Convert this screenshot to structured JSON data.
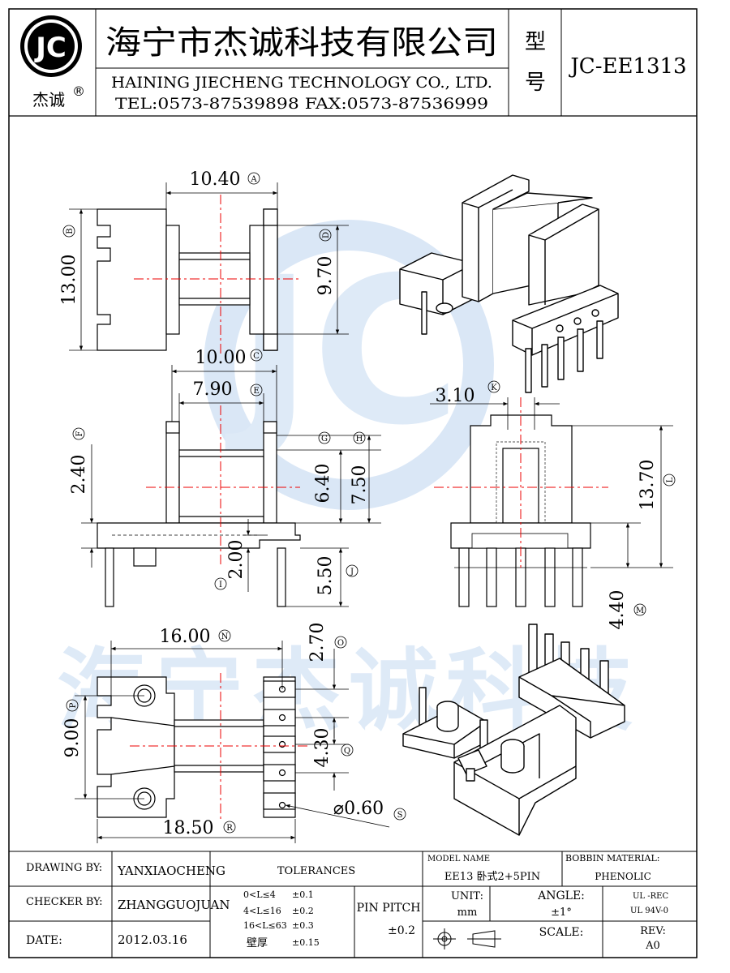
{
  "header": {
    "logo_text": "JC",
    "logo_caption": "杰诚",
    "registered_mark": "®",
    "company_cn": "海宁市杰诚科技有限公司",
    "company_en": "HAINING JIECHENG TECHNOLOGY CO., LTD.",
    "contact": "TEL:0573-87539898   FAX:0573-87536999",
    "model_label_1": "型",
    "model_label_2": "号",
    "model_number": "JC-EE1313"
  },
  "watermark": {
    "logo": "JC",
    "company": "海宁杰诚科技"
  },
  "dimensions": {
    "A": {
      "value": "10.40",
      "mark": "A"
    },
    "B": {
      "value": "13.00",
      "mark": "B"
    },
    "D": {
      "value": "9.70",
      "mark": "D"
    },
    "C": {
      "value": "10.00",
      "mark": "C"
    },
    "E": {
      "value": "7.90",
      "mark": "E"
    },
    "F": {
      "value": "2.40",
      "mark": "F"
    },
    "G": {
      "value": "6.40",
      "mark": "G"
    },
    "H": {
      "value": "7.50",
      "mark": "H"
    },
    "I": {
      "value": "2.00",
      "mark": "I"
    },
    "J": {
      "value": "5.50",
      "mark": "J"
    },
    "K": {
      "value": "3.10",
      "mark": "K"
    },
    "L": {
      "value": "13.70",
      "mark": "L"
    },
    "M": {
      "value": "4.40",
      "mark": "M"
    },
    "N": {
      "value": "16.00",
      "mark": "N"
    },
    "O": {
      "value": "2.70",
      "mark": "O"
    },
    "P": {
      "value": "9.00",
      "mark": "P"
    },
    "Q": {
      "value": "4.30",
      "mark": "Q"
    },
    "R": {
      "value": "18.50",
      "mark": "R"
    },
    "S": {
      "value": "⌀0.60",
      "mark": "S"
    }
  },
  "title_block": {
    "drawing_by_label": "DRAWING  BY:",
    "drawing_by": "YANXIAOCHENG",
    "checker_by_label": "CHECKER  BY:",
    "checker_by": "ZHANGGUOJUAN",
    "date_label": "DATE:",
    "date": "2012.03.16",
    "tolerances_label": "TOLERANCES",
    "tol_rows": [
      {
        "range": "0<L≤4",
        "tol": "±0.1"
      },
      {
        "range": "4<L≤16",
        "tol": "±0.2"
      },
      {
        "range": "16<L≤63",
        "tol": "±0.3"
      },
      {
        "range": "壁厚",
        "tol": "±0.15"
      }
    ],
    "pin_pitch_label": "PIN PITCH",
    "pin_pitch": "±0.2",
    "model_name_label": "MODEL NAME",
    "model_name": "EE13 卧式2+5PIN",
    "bobbin_material_label": "BOBBIN MATERIAL:",
    "bobbin_material": "PHENOLIC",
    "unit_label": "UNIT:",
    "unit": "mm",
    "angle_label": "ANGLE:",
    "angle": "±1°",
    "ul_1": "UL -REC",
    "ul_2": "UL  94V-0",
    "scale_label": "SCALE:",
    "rev_label": "REV:",
    "rev": "A0"
  }
}
